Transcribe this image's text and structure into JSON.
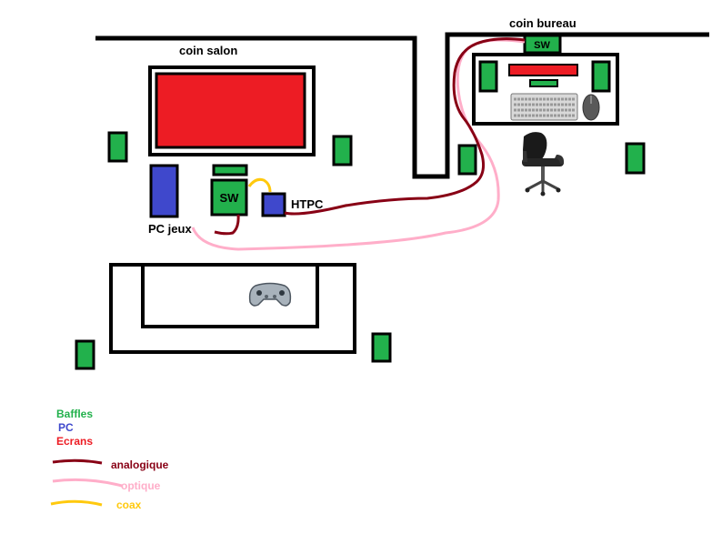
{
  "labels": {
    "coin_salon": "coin salon",
    "coin_bureau": "coin bureau",
    "pc_jeux": "PC jeux",
    "htpc": "HTPC",
    "sw_salon": "SW",
    "sw_bureau": "SW"
  },
  "legend": {
    "baffles": "Baffles",
    "pc": "PC",
    "ecrans": "Ecrans",
    "analogique": "analogique",
    "optique": "optique",
    "coax": "coax"
  },
  "colors": {
    "baffles": "#22b14c",
    "pc": "#3f48cc",
    "ecrans": "#ed1c24",
    "analogique": "#880015",
    "optique": "#ffaec9",
    "coax": "#ffc90e",
    "walls": "#000000"
  },
  "icons": {
    "gamepad": "gamepad-icon",
    "keyboard": "keyboard-icon",
    "mouse": "mouse-icon",
    "chair": "office-chair-icon"
  }
}
